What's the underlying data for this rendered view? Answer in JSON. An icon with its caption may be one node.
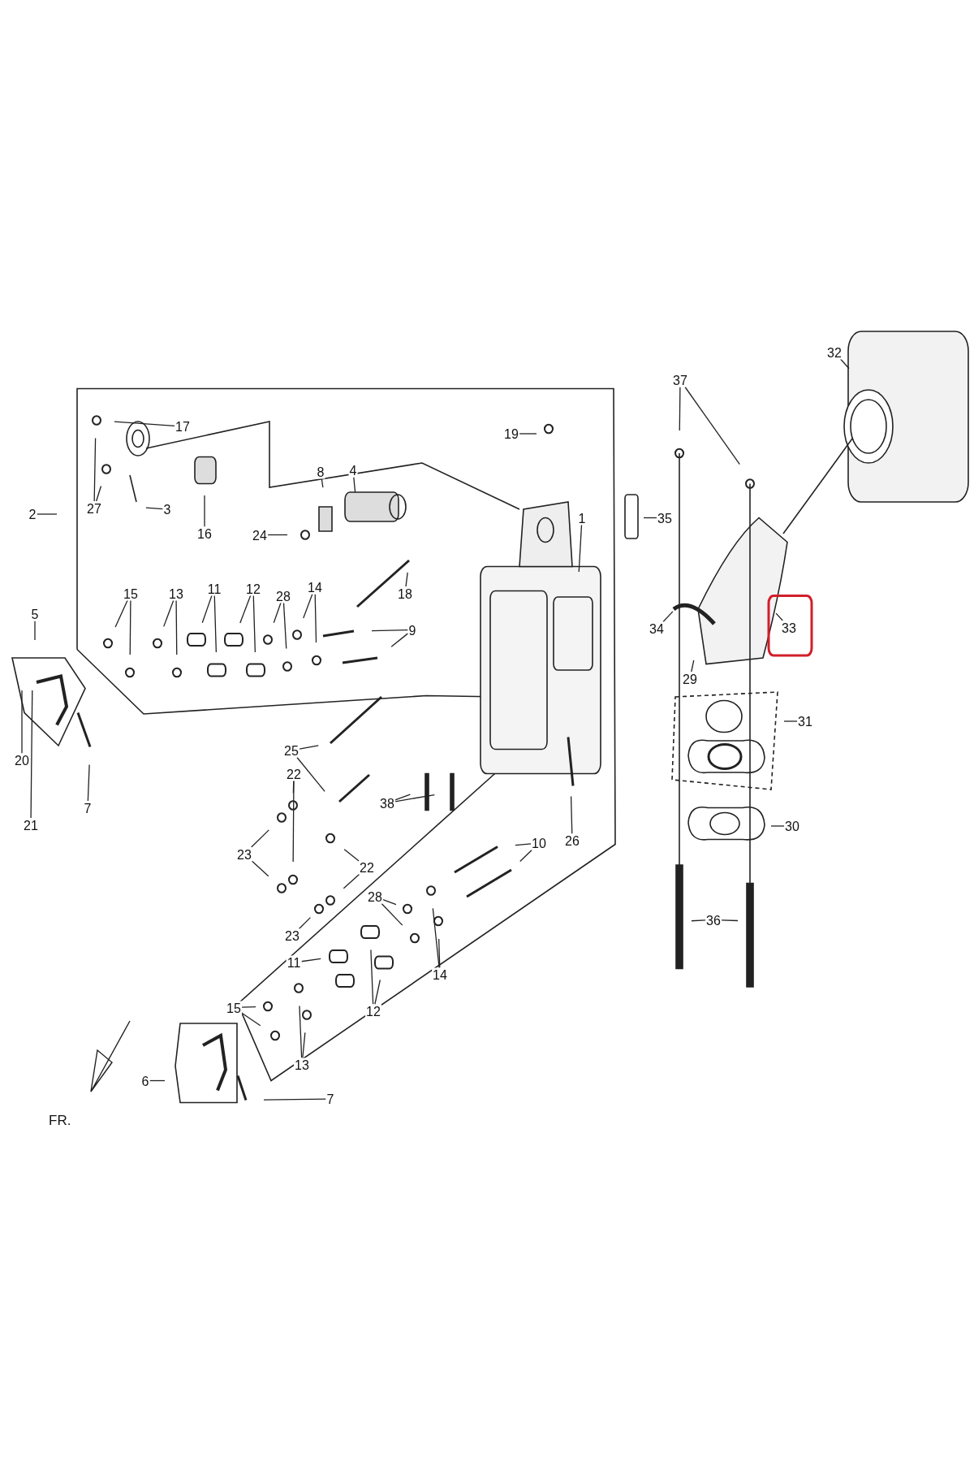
{
  "diagram": {
    "nodes": [
      {
        "text": [
          "32"
        ]
      },
      {
        "text": [
          "37"
        ]
      },
      {
        "text": [
          "17"
        ]
      },
      {
        "text": [
          "19"
        ]
      },
      {
        "text": [
          "8"
        ]
      },
      {
        "text": [
          "4"
        ]
      },
      {
        "text": [
          "27"
        ]
      },
      {
        "text": [
          "3"
        ]
      },
      {
        "text": [
          "2"
        ]
      },
      {
        "text": [
          "1"
        ]
      },
      {
        "text": [
          "35"
        ]
      },
      {
        "text": [
          "16"
        ]
      },
      {
        "text": [
          "24"
        ]
      },
      {
        "text": [
          "15"
        ]
      },
      {
        "text": [
          "13"
        ]
      },
      {
        "text": [
          "11"
        ]
      },
      {
        "text": [
          "12"
        ]
      },
      {
        "text": [
          "28"
        ]
      },
      {
        "text": [
          "14"
        ]
      },
      {
        "text": [
          "18"
        ]
      },
      {
        "text": [
          "5"
        ]
      },
      {
        "text": [
          "34"
        ]
      },
      {
        "text": [
          "33"
        ]
      },
      {
        "text": [
          "9"
        ]
      },
      {
        "text": [
          "29"
        ]
      },
      {
        "text": [
          "31"
        ]
      },
      {
        "text": [
          "25"
        ]
      },
      {
        "text": [
          "20"
        ]
      },
      {
        "text": [
          "38"
        ]
      },
      {
        "text": [
          "7"
        ]
      },
      {
        "text": [
          "30"
        ]
      },
      {
        "text": [
          "22"
        ]
      },
      {
        "text": [
          "21"
        ]
      },
      {
        "text": [
          "26"
        ]
      },
      {
        "text": [
          "10"
        ]
      },
      {
        "text": [
          "23"
        ]
      },
      {
        "text": [
          "22"
        ]
      },
      {
        "text": [
          "23"
        ]
      },
      {
        "text": [
          "28"
        ]
      },
      {
        "text": [
          "36"
        ]
      },
      {
        "text": [
          "14"
        ]
      },
      {
        "text": [
          "11"
        ]
      },
      {
        "text": [
          "12"
        ]
      },
      {
        "text": [
          "15"
        ]
      },
      {
        "text": [
          "13"
        ]
      },
      {
        "text": [
          "6"
        ]
      },
      {
        "text": [
          "7"
        ]
      }
    ],
    "edges": [
      {
        "from": 0,
        "to": null,
        "arrow": "none"
      },
      {
        "from": 1,
        "to": null,
        "arrow": "none"
      },
      {
        "from": 1,
        "to": null,
        "arrow": "none"
      },
      {
        "from": 2,
        "to": null,
        "arrow": "none"
      },
      {
        "from": 3,
        "to": null,
        "arrow": "none"
      },
      {
        "from": 4,
        "to": null,
        "arrow": "none"
      },
      {
        "from": 5,
        "to": null,
        "arrow": "none"
      },
      {
        "from": 6,
        "to": null,
        "arrow": "none"
      },
      {
        "from": 6,
        "to": null,
        "arrow": "none"
      },
      {
        "from": 7,
        "to": null,
        "arrow": "none"
      },
      {
        "from": 8,
        "to": null,
        "arrow": "none"
      },
      {
        "from": 9,
        "to": null,
        "arrow": "none"
      },
      {
        "from": 10,
        "to": null,
        "arrow": "none"
      },
      {
        "from": 11,
        "to": null,
        "arrow": "none"
      },
      {
        "from": 12,
        "to": null,
        "arrow": "none"
      },
      {
        "from": 13,
        "to": null,
        "arrow": "none"
      },
      {
        "from": 13,
        "to": null,
        "arrow": "none"
      },
      {
        "from": 14,
        "to": null,
        "arrow": "none"
      },
      {
        "from": 14,
        "to": null,
        "arrow": "none"
      },
      {
        "from": 15,
        "to": null,
        "arrow": "none"
      },
      {
        "from": 15,
        "to": null,
        "arrow": "none"
      },
      {
        "from": 16,
        "to": null,
        "arrow": "none"
      },
      {
        "from": 16,
        "to": null,
        "arrow": "none"
      },
      {
        "from": 17,
        "to": null,
        "arrow": "none"
      },
      {
        "from": 17,
        "to": null,
        "arrow": "none"
      },
      {
        "from": 18,
        "to": null,
        "arrow": "none"
      },
      {
        "from": 18,
        "to": null,
        "arrow": "none"
      },
      {
        "from": 19,
        "to": null,
        "arrow": "none"
      },
      {
        "from": 20,
        "to": null,
        "arrow": "none"
      },
      {
        "from": 21,
        "to": null,
        "arrow": "none"
      },
      {
        "from": 22,
        "to": null,
        "arrow": "none"
      },
      {
        "from": 23,
        "to": null,
        "arrow": "none"
      },
      {
        "from": 23,
        "to": null,
        "arrow": "none"
      },
      {
        "from": 24,
        "to": null,
        "arrow": "none"
      },
      {
        "from": 25,
        "to": null,
        "arrow": "none"
      },
      {
        "from": 26,
        "to": null,
        "arrow": "none"
      },
      {
        "from": 26,
        "to": null,
        "arrow": "none"
      },
      {
        "from": 27,
        "to": null,
        "arrow": "none"
      },
      {
        "from": 28,
        "to": null,
        "arrow": "none"
      },
      {
        "from": 28,
        "to": null,
        "arrow": "none"
      },
      {
        "from": 29,
        "to": null,
        "arrow": "none"
      },
      {
        "from": 30,
        "to": null,
        "arrow": "none"
      },
      {
        "from": 31,
        "to": null,
        "arrow": "none"
      },
      {
        "from": 31,
        "to": null,
        "arrow": "none"
      },
      {
        "from": 32,
        "to": null,
        "arrow": "none"
      },
      {
        "from": 33,
        "to": null,
        "arrow": "none"
      },
      {
        "from": 34,
        "to": null,
        "arrow": "none"
      },
      {
        "from": 34,
        "to": null,
        "arrow": "none"
      },
      {
        "from": 35,
        "to": null,
        "arrow": "none"
      },
      {
        "from": 35,
        "to": null,
        "arrow": "none"
      },
      {
        "from": 36,
        "to": null,
        "arrow": "none"
      },
      {
        "from": 36,
        "to": null,
        "arrow": "none"
      },
      {
        "from": 37,
        "to": null,
        "arrow": "none"
      },
      {
        "from": 38,
        "to": null,
        "arrow": "none"
      },
      {
        "from": 38,
        "to": null,
        "arrow": "none"
      },
      {
        "from": 39,
        "to": null,
        "arrow": "none"
      },
      {
        "from": 39,
        "to": null,
        "arrow": "none"
      },
      {
        "from": 40,
        "to": null,
        "arrow": "none"
      },
      {
        "from": 40,
        "to": null,
        "arrow": "none"
      },
      {
        "from": 41,
        "to": null,
        "arrow": "none"
      },
      {
        "from": 42,
        "to": null,
        "arrow": "none"
      },
      {
        "from": 42,
        "to": null,
        "arrow": "none"
      },
      {
        "from": 43,
        "to": null,
        "arrow": "none"
      },
      {
        "from": 43,
        "to": null,
        "arrow": "none"
      },
      {
        "from": 44,
        "to": null,
        "arrow": "none"
      },
      {
        "from": 44,
        "to": null,
        "arrow": "none"
      },
      {
        "from": 45,
        "to": null,
        "arrow": "none"
      },
      {
        "from": 46,
        "to": null,
        "arrow": "none"
      }
    ],
    "labels": [
      "FR."
    ]
  }
}
